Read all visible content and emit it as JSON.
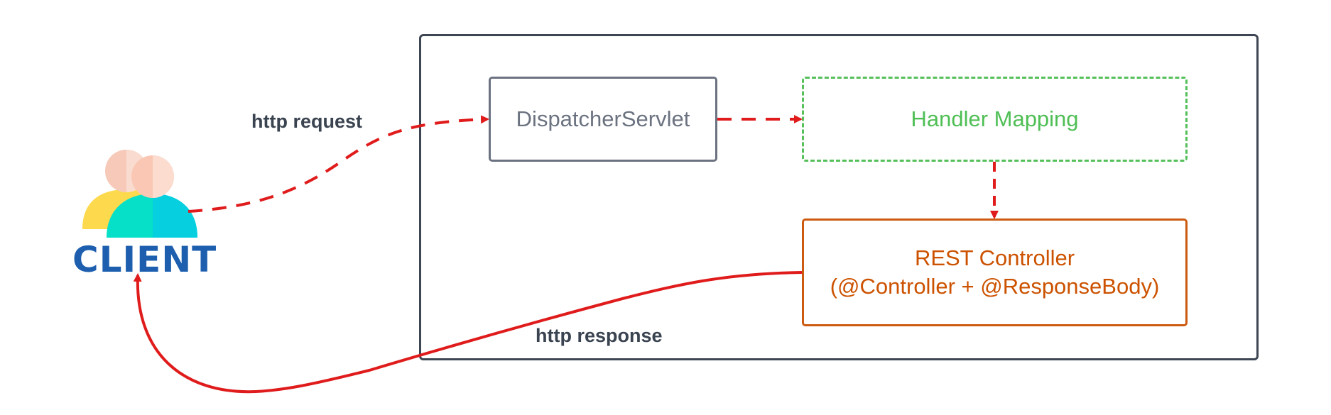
{
  "diagram": {
    "nodes": {
      "dispatcher": {
        "label": "DispatcherServlet"
      },
      "handler": {
        "label": "Handler Mapping"
      },
      "rest": {
        "line1": "REST Controller",
        "line2": "(@Controller + @ResponseBody)"
      }
    },
    "client": {
      "label": "CLIENT"
    },
    "edges": {
      "request": {
        "label": "http request"
      },
      "response": {
        "label": "http response"
      }
    },
    "colors": {
      "arrow": "#e01b1b",
      "container_border": "#3d4652",
      "dispatcher": "#6b7280",
      "handler": "#4fbf55",
      "rest": "#cc5200",
      "client_text": "#1d5fae"
    }
  }
}
